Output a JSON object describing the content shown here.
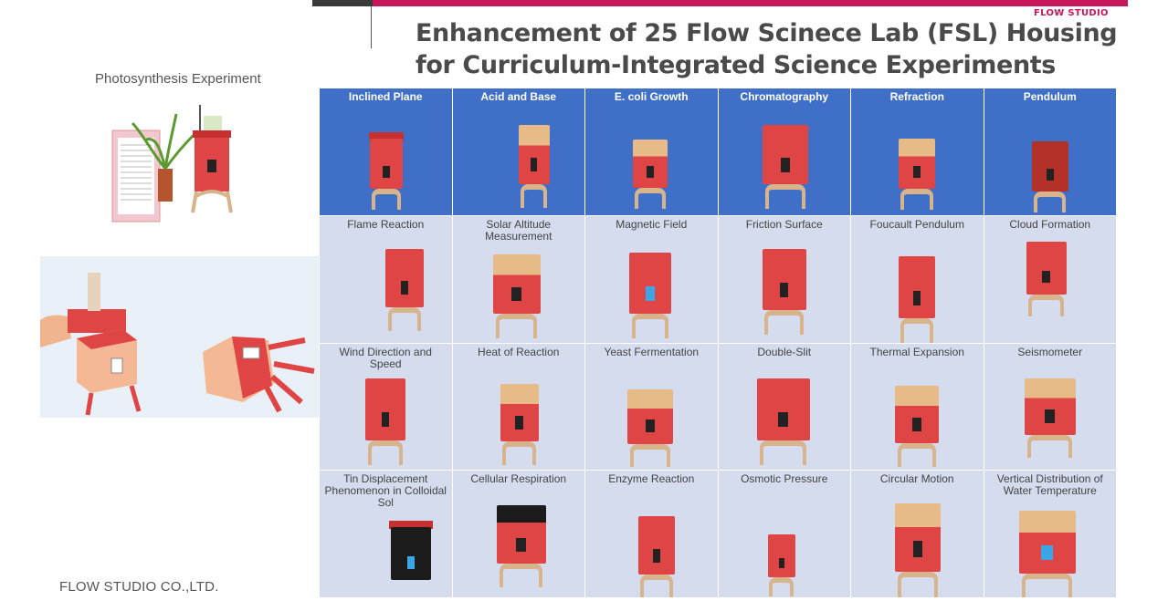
{
  "brand": "FLOW STUDIO",
  "title_lines": [
    "Enhancement of 25 Flow Scinece Lab (FSL) Housing",
    "for Curriculum-Integrated Science Experiments"
  ],
  "photo_label": "Photosynthesis Experiment",
  "footer": "FLOW STUDIO  CO.,LTD.",
  "colors": {
    "accent": "#c8165a",
    "header_blue": "#3f6fc6",
    "cell_bg": "#d5dcee",
    "housing_red": "#e04545"
  },
  "rows": [
    [
      "Inclined Plane",
      "Acid and Base",
      "E. coli Growth",
      "Chromatography",
      "Refraction",
      "Pendulum"
    ],
    [
      "Flame Reaction",
      "Solar Altitude Measurement",
      "Magnetic Field",
      "Friction Surface",
      "Foucault Pendulum",
      "Cloud Formation"
    ],
    [
      "Wind Direction and Speed",
      "Heat of Reaction",
      "Yeast Fermentation",
      "Double-Slit",
      "Thermal Expansion",
      "Seismometer"
    ],
    [
      "Tin Displacement Phenomenon in Colloidal Sol",
      "Cellular Respiration",
      "Enzyme Reaction",
      "Osmotic Pressure",
      "Circular Motion",
      "Vertical Distribution of Water Temperature"
    ]
  ]
}
